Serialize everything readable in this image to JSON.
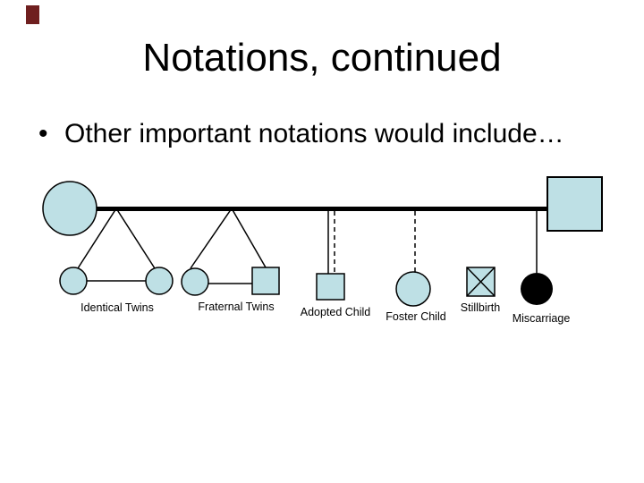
{
  "slide": {
    "title": "Notations, continued",
    "bullet_glyph": "•",
    "bullet": "Other important notations would include…"
  },
  "diagram": {
    "labels": {
      "identical_twins": "Identical Twins",
      "fraternal_twins": "Fraternal Twins",
      "adopted_child": "Adopted Child",
      "foster_child": "Foster Child",
      "stillbirth": "Stillbirth",
      "miscarriage": "Miscarriage"
    },
    "colors": {
      "shape_fill": "#bee0e5",
      "line": "#000000",
      "miscarriage_fill": "#000000",
      "corner_marker": "#6f1f1f"
    }
  }
}
